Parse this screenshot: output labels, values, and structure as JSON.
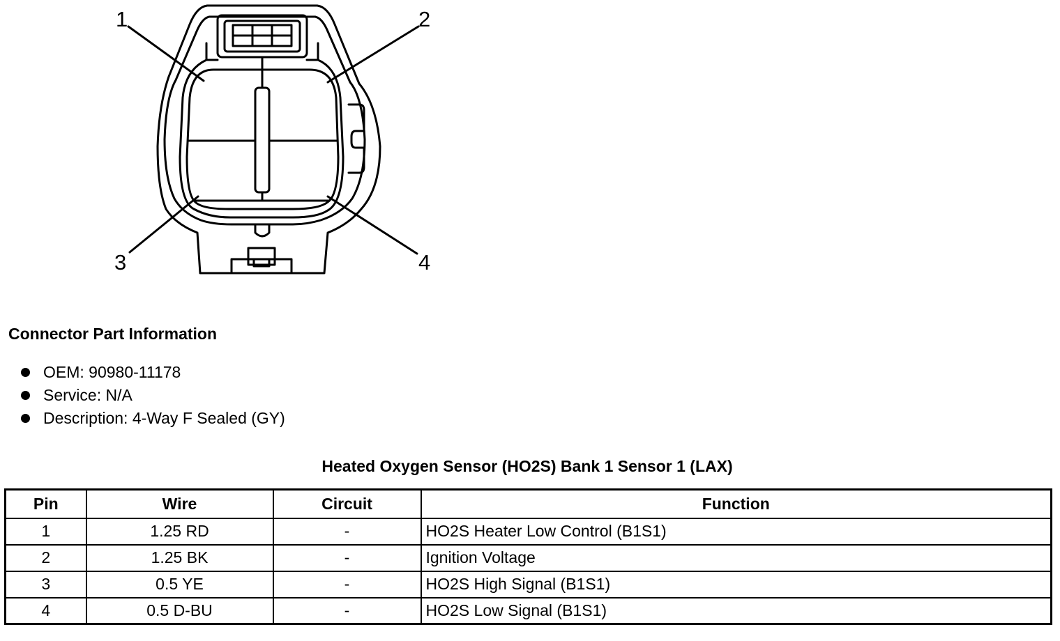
{
  "diagram": {
    "pin_labels": [
      "1",
      "2",
      "3",
      "4"
    ]
  },
  "part_info": {
    "heading": "Connector Part Information",
    "items": [
      "OEM: 90980-11178",
      "Service: N/A",
      "Description: 4-Way F Sealed (GY)"
    ]
  },
  "table": {
    "title": "Heated Oxygen Sensor (HO2S) Bank 1 Sensor 1 (LAX)",
    "headers": [
      "Pin",
      "Wire",
      "Circuit",
      "Function"
    ],
    "rows": [
      [
        "1",
        "1.25 RD",
        "-",
        "HO2S Heater Low Control (B1S1)"
      ],
      [
        "2",
        "1.25 BK",
        "-",
        "Ignition Voltage"
      ],
      [
        "3",
        "0.5 YE",
        "-",
        "HO2S High Signal (B1S1)"
      ],
      [
        "4",
        "0.5 D-BU",
        "-",
        "HO2S Low Signal (B1S1)"
      ]
    ]
  }
}
